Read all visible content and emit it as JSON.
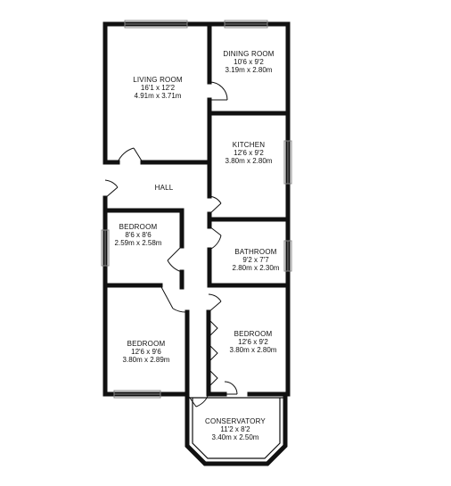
{
  "rooms": {
    "living": {
      "name": "LIVING ROOM",
      "imperial": "16'1 x 12'2",
      "metric": "4.91m x 3.71m"
    },
    "dining": {
      "name": "DINING ROOM",
      "imperial": "10'6 x 9'2",
      "metric": "3.19m x 2.80m"
    },
    "kitchen": {
      "name": "KITCHEN",
      "imperial": "12'6 x 9'2",
      "metric": "3.80m x 2.80m"
    },
    "hall": {
      "name": "HALL"
    },
    "bedroom_small": {
      "name": "BEDROOM",
      "imperial": "8'6 x 8'6",
      "metric": "2.59m x 2.58m"
    },
    "bathroom": {
      "name": "BATHROOM",
      "imperial": "9'2 x 7'7",
      "metric": "2.80m x 2.30m"
    },
    "bedroom_left": {
      "name": "BEDROOM",
      "imperial": "12'6 x 9'6",
      "metric": "3.80m x 2.89m"
    },
    "bedroom_right": {
      "name": "BEDROOM",
      "imperial": "12'6 x 9'2",
      "metric": "3.80m x 2.80m"
    },
    "conservatory": {
      "name": "CONSERVATORY",
      "imperial": "11'2 x 8'2",
      "metric": "3.40m x 2.50m"
    }
  }
}
